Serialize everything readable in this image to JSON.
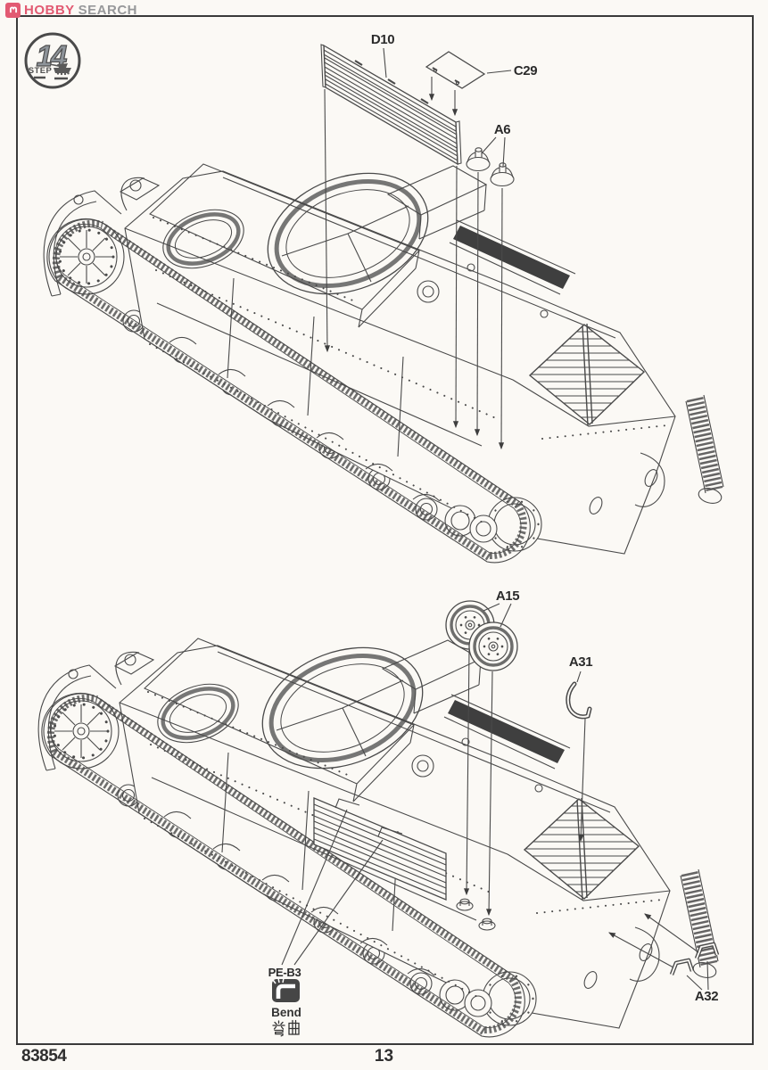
{
  "page": {
    "background": "#fbf9f5",
    "frame_color": "#3a3a3a",
    "line_color": "#4a4a4a"
  },
  "logo": {
    "icon": "hobbysearch-flame-icon",
    "brand": "HOBBY",
    "brand2": "SEARCH",
    "color_primary": "#e25a72",
    "color_secondary": "#97989a"
  },
  "step_badge": {
    "number": "14",
    "label": "STEP",
    "icon": "tank-icon"
  },
  "diagram_top": {
    "labels": {
      "d10": "D10",
      "c29": "C29",
      "a6": "A6"
    }
  },
  "diagram_bottom": {
    "labels": {
      "a15": "A15",
      "a31": "A31",
      "pe_b3": "PE-B3",
      "a32": "A32"
    },
    "bend": {
      "icon": "bend-icon",
      "label_en": "Bend",
      "label_cn": "弯曲"
    }
  },
  "footer": {
    "kit_number": "83854",
    "page_number": "13"
  }
}
